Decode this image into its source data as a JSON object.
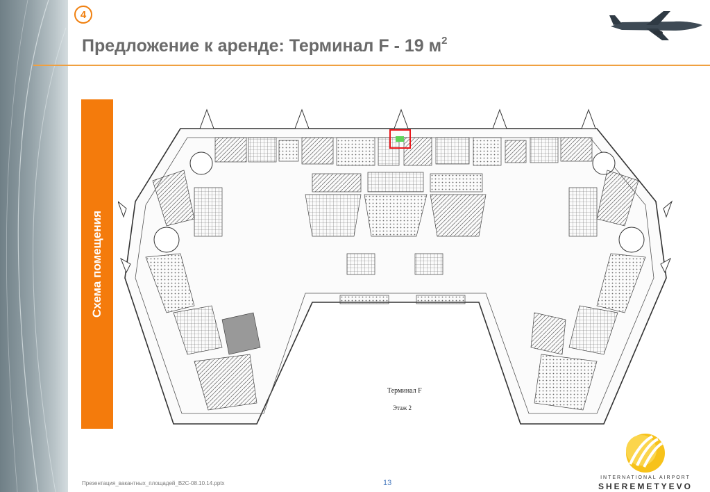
{
  "slide": {
    "number": "4",
    "title": "Предложение к аренде: Терминал F - 19 м",
    "title_sup": "2",
    "side_label": "Схема помещения",
    "footer_file": "Презентация_вакантных_площадей_B2C-08.10.14.pptx",
    "page_number": "13"
  },
  "floorplan": {
    "terminal_label": "Терминал F",
    "floor_label": "Этаж 2"
  },
  "logo": {
    "line1": "INTERNATIONAL AIRPORT",
    "line2": "SHEREMETYEVO"
  },
  "colors": {
    "accent_orange": "#f47b0c",
    "highlight_red": "#e8161b",
    "highlight_green": "#5ed35a"
  }
}
